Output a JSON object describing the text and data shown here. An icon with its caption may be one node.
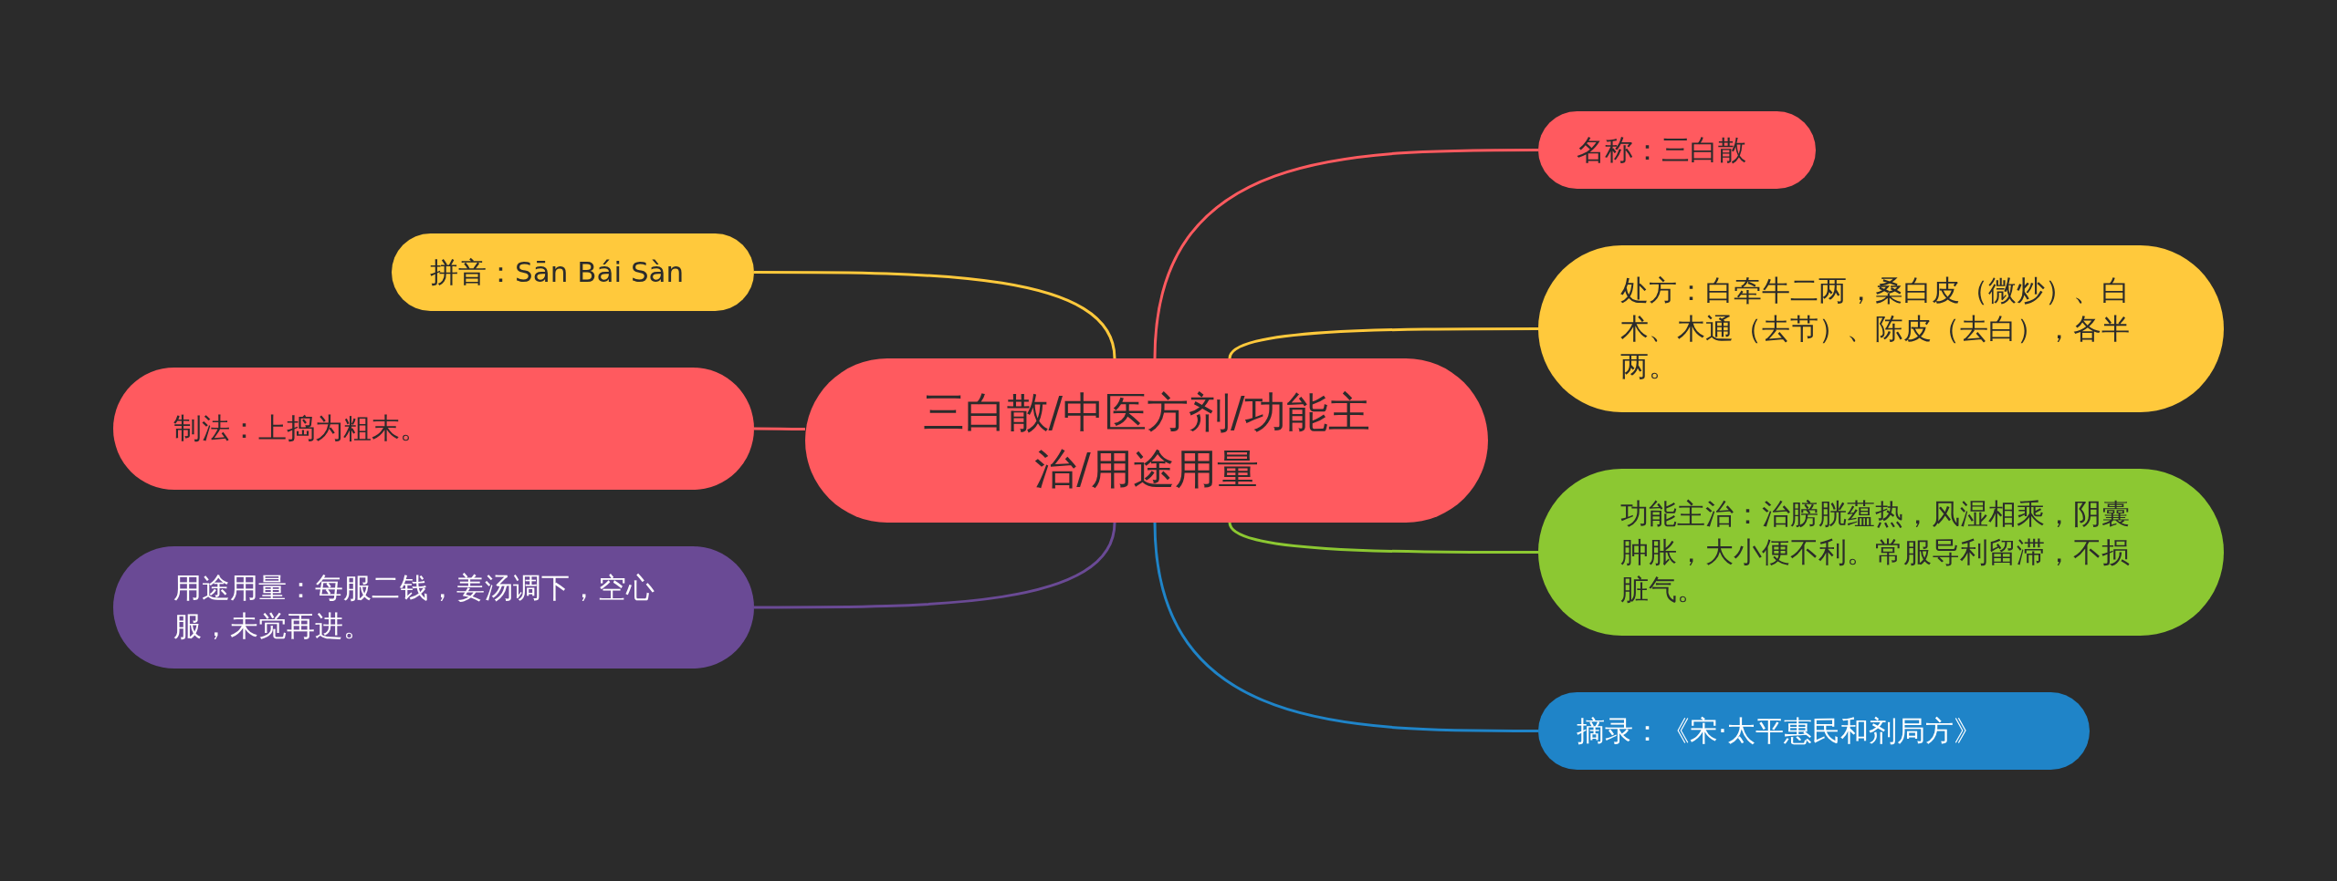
{
  "diagram": {
    "nodes": [
      {
        "text": [
          "三白散/中医方剂/功能主治/用途用量"
        ]
      },
      {
        "text": [
          "名称：三白散"
        ]
      },
      {
        "text": [
          "处方：白牵牛二两，桑白皮（微炒）、白术、木通（去节）、陈皮（去白），各半两。"
        ]
      },
      {
        "text": [
          "功能主治：治膀胱蕴热，风湿相乘，阴囊肿胀，大小便不利。常服导利留滞，不损脏气。"
        ]
      },
      {
        "text": [
          "摘录：《宋·太平惠民和剂局方》"
        ]
      },
      {
        "text": [
          "拼音：Sān Bái Sàn"
        ]
      },
      {
        "text": [
          "制法：上捣为粗末。"
        ]
      },
      {
        "text": [
          "用途用量：每服二钱，姜汤调下，空心服，未觉再进。"
        ]
      }
    ],
    "edges": [
      {
        "from": 0,
        "to": 1,
        "arrow": "none",
        "color": "#ff5a5f"
      },
      {
        "from": 0,
        "to": 2,
        "arrow": "none",
        "color": "#ffc93c"
      },
      {
        "from": 0,
        "to": 3,
        "arrow": "none",
        "color": "#8cc832"
      },
      {
        "from": 0,
        "to": 4,
        "arrow": "none",
        "color": "#1f84c8"
      },
      {
        "from": 0,
        "to": 5,
        "arrow": "none",
        "color": "#ffc93c"
      },
      {
        "from": 0,
        "to": 6,
        "arrow": "none",
        "color": "#ff5a5f"
      },
      {
        "from": 0,
        "to": 7,
        "arrow": "none",
        "color": "#6a4a95"
      }
    ]
  }
}
